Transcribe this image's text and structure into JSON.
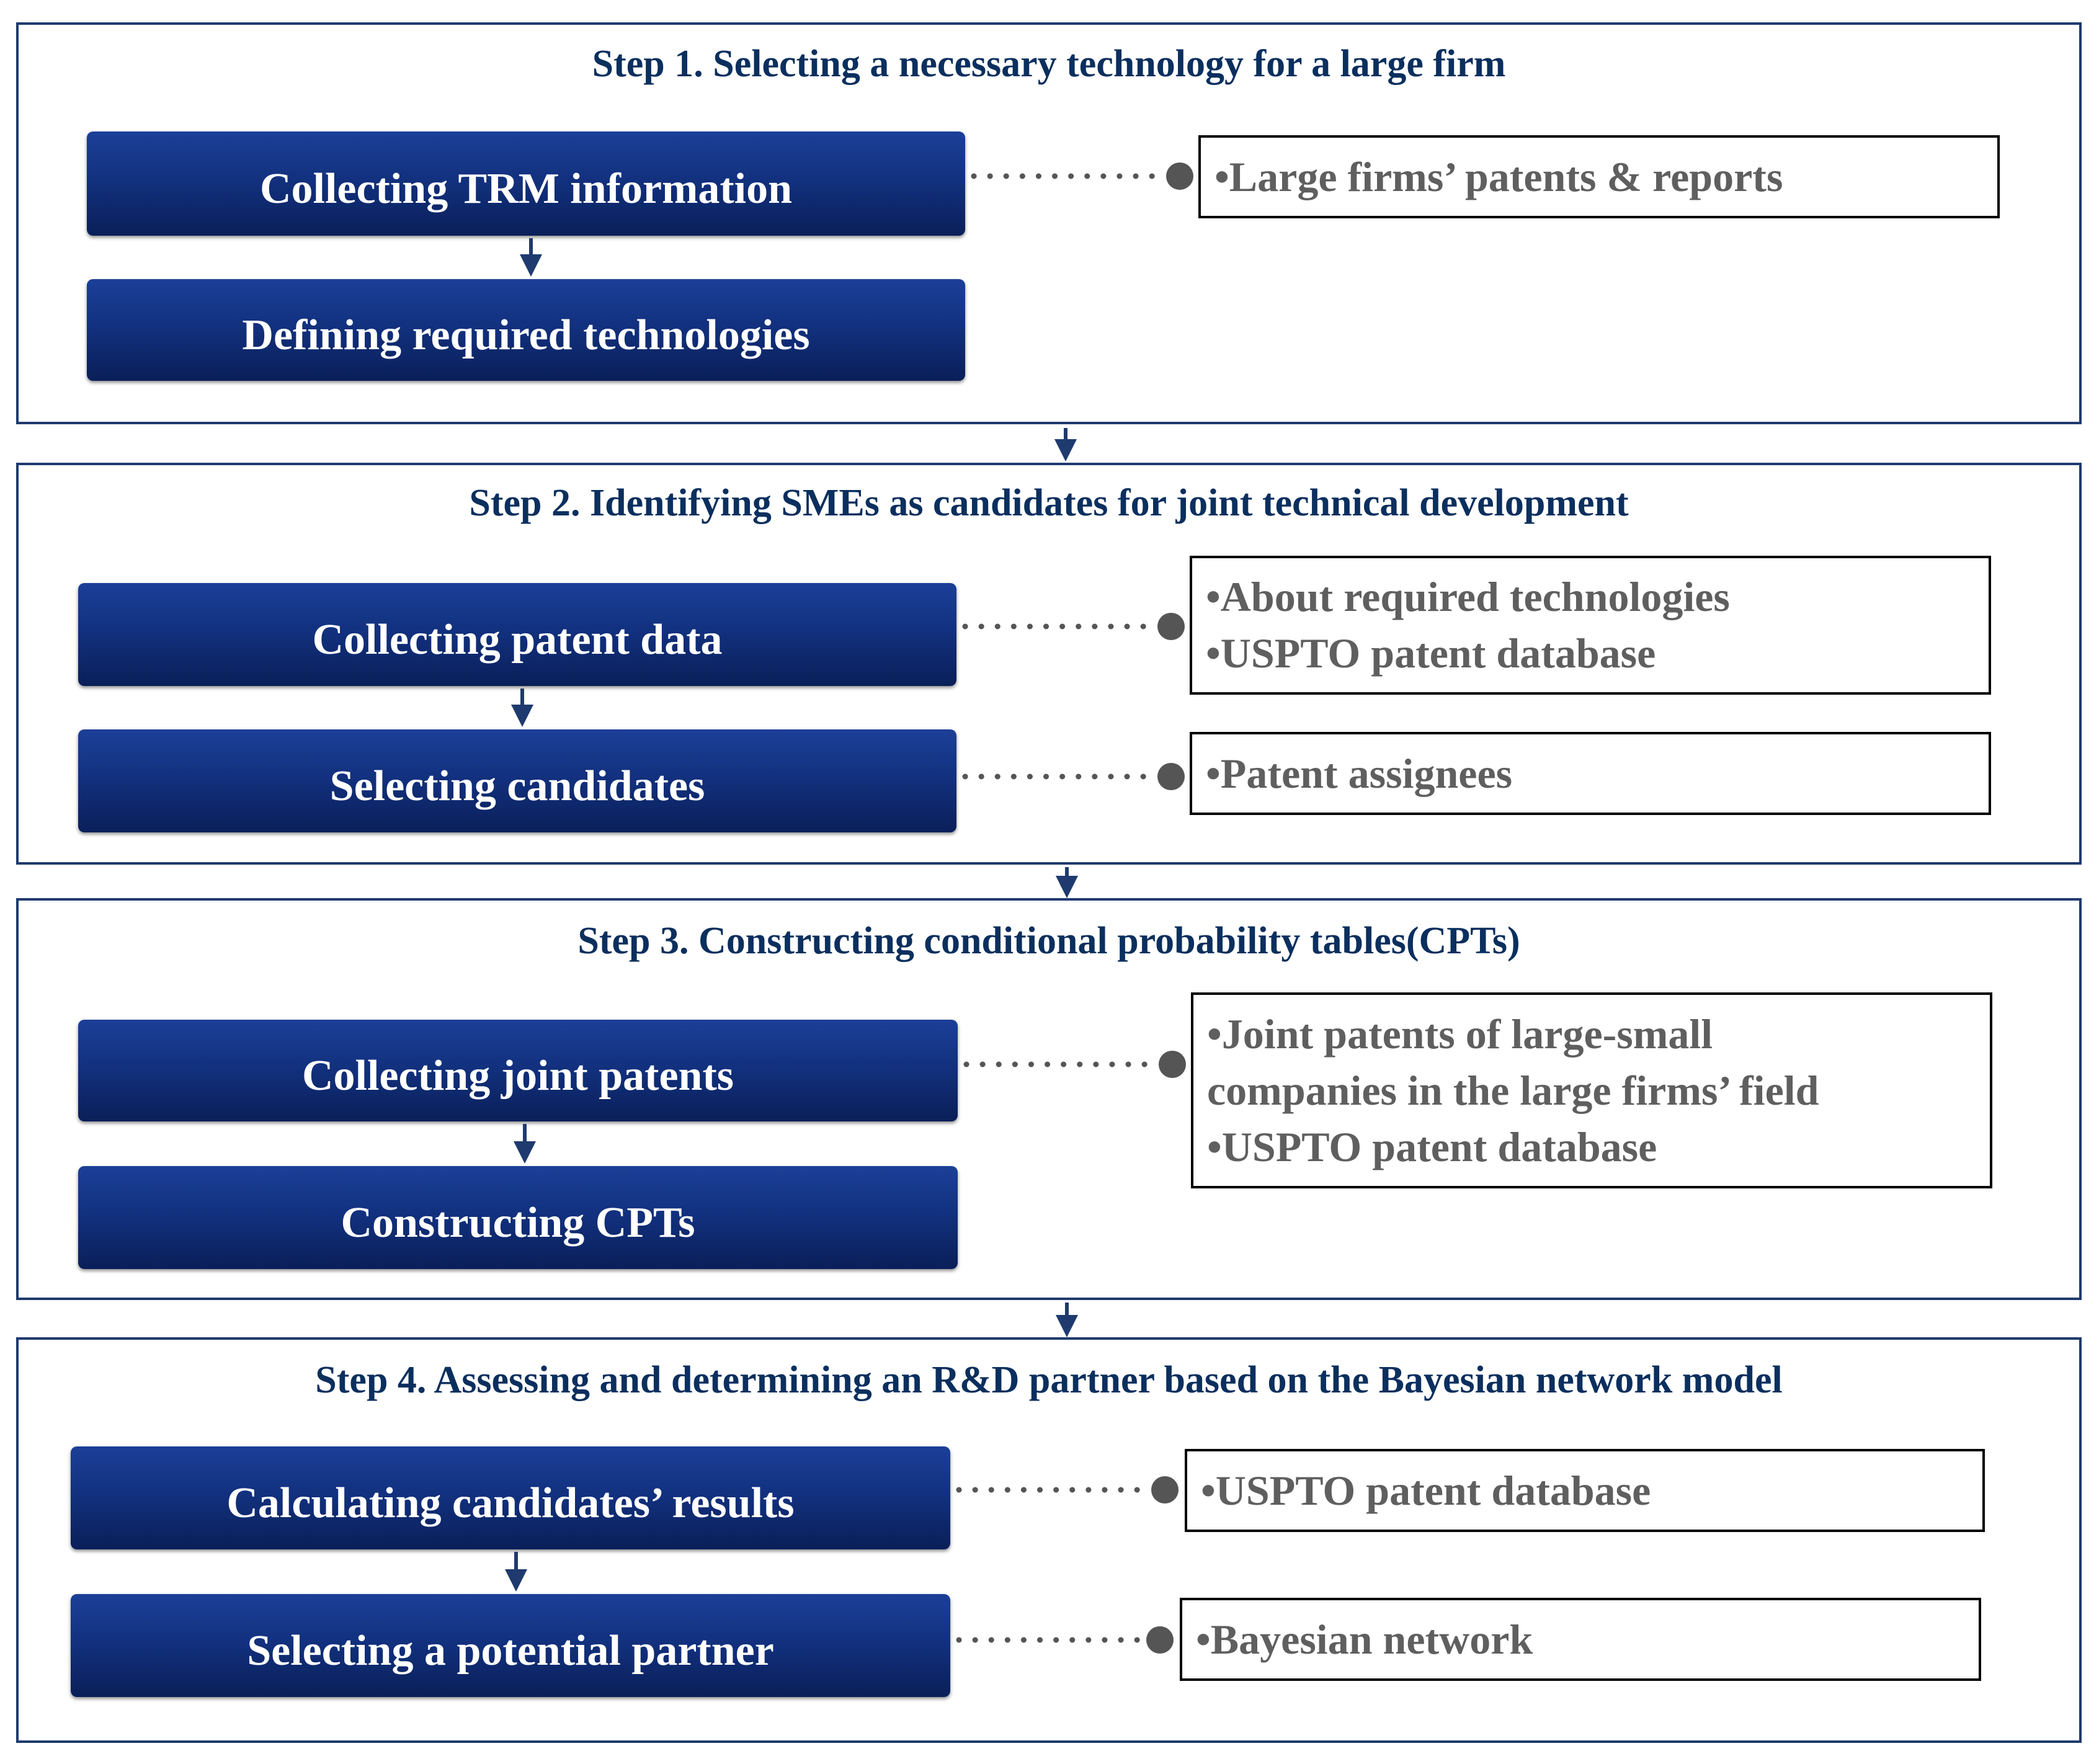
{
  "steps": [
    {
      "title": "Step 1. Selecting a necessary technology for a large firm",
      "processes": [
        "Collecting TRM information",
        "Defining required technologies"
      ],
      "notes": [
        {
          "lines": [
            "•Large firms’ patents & reports"
          ]
        }
      ]
    },
    {
      "title": "Step 2. Identifying SMEs as candidates for joint technical development",
      "processes": [
        "Collecting patent data",
        "Selecting candidates"
      ],
      "notes": [
        {
          "lines": [
            "•About required technologies",
            "•USPTO patent database"
          ]
        },
        {
          "lines": [
            "•Patent assignees"
          ]
        }
      ]
    },
    {
      "title": "Step 3. Constructing conditional probability tables(CPTs)",
      "processes": [
        "Collecting joint patents",
        "Constructing CPTs"
      ],
      "notes": [
        {
          "lines": [
            "•Joint patents of large-small",
            "companies in the large firms’ field",
            "•USPTO patent database"
          ]
        }
      ]
    },
    {
      "title": "Step 4. Assessing and determining an R&D partner based on the Bayesian network model",
      "processes": [
        "Calculating candidates’ results",
        "Selecting a potential partner"
      ],
      "notes": [
        {
          "lines": [
            "•USPTO patent database"
          ]
        },
        {
          "lines": [
            "•Bayesian network"
          ]
        }
      ]
    }
  ],
  "colors": {
    "frame": "#1f3a6e",
    "title_text": "#0b2f5e",
    "process_fill": "#12317f",
    "note_text": "#5f5f5f",
    "connector": "#555555",
    "arrow": "#1f3a6e"
  }
}
